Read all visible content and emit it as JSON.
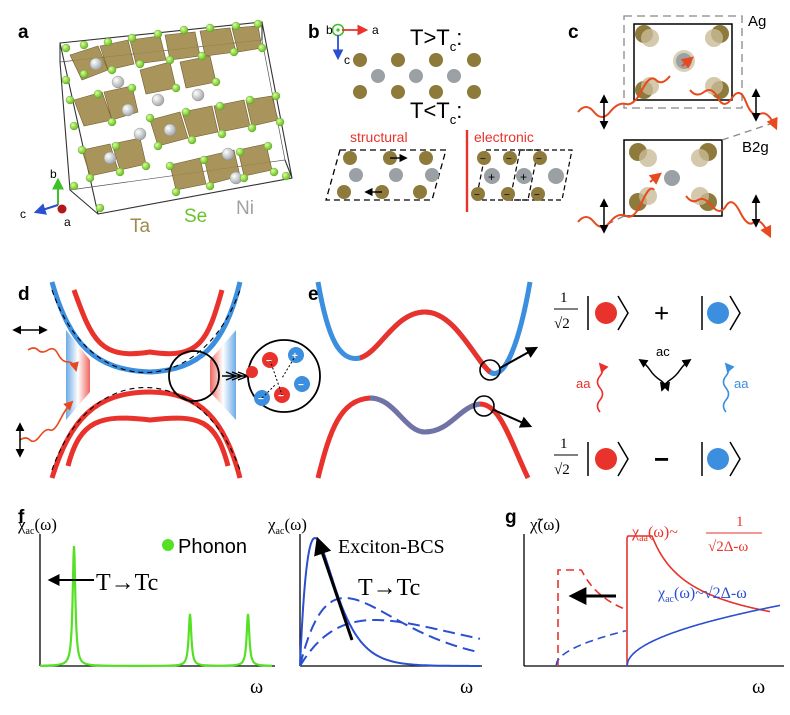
{
  "panel_labels": {
    "a": "a",
    "b": "b",
    "c": "c",
    "d": "d",
    "e": "e",
    "f": "f",
    "g": "g"
  },
  "panel_a": {
    "elements": {
      "ta": "Ta",
      "se": "Se",
      "ni": "Ni"
    },
    "axes": {
      "a": "a",
      "b": "b",
      "c": "c"
    },
    "colors": {
      "ta": "#a08a4a",
      "se": "#7ccf2e",
      "ni": "#b9bcbf"
    }
  },
  "panel_b": {
    "axes": {
      "b": "b",
      "a": "a",
      "c": "c"
    },
    "high_t": {
      "base": "T>T",
      "sub": "c",
      "tail": ":"
    },
    "low_t": {
      "base": "T<T",
      "sub": "c",
      "tail": ":"
    },
    "structural": "structural",
    "electronic": "electronic",
    "colors": {
      "ta": "#8e7a3a",
      "ni": "#9aa0a4",
      "accent": "#e8322b"
    }
  },
  "panel_c": {
    "ag": "Ag",
    "b2g": "B2g",
    "colors": {
      "wave": "#e84a1e"
    }
  },
  "panel_e": {
    "prefactor_num": "1",
    "prefactor_den": "√2",
    "plus": "+",
    "minus": "−",
    "aa_left": "aa",
    "aa_right": "aa",
    "ac": "ac",
    "colors": {
      "red": "#e8322b",
      "blue": "#3b8fde"
    }
  },
  "panel_f": {
    "left": {
      "ylabel_sym": "χ",
      "ylabel_sub": "ac",
      "ylabel_arg": "(ω)",
      "legend": "Phonon",
      "annotation": "T→Tc",
      "xlabel": "ω"
    },
    "right": {
      "ylabel_sym": "χ",
      "ylabel_sub": "ac",
      "ylabel_arg": "(ω)",
      "legend": "Exciton-BCS",
      "annotation": "T→Tc",
      "xlabel": "ω"
    },
    "colors": {
      "phonon": "#55e024",
      "exciton": "#2a4fd0"
    }
  },
  "panel_g": {
    "ylabel": "χ̃(ω)",
    "aa_label_sym": "χ",
    "aa_label_sub": "aa",
    "aa_label_tail": "(ω)~",
    "aa_num": "1",
    "aa_den": "√2Δ-ω",
    "ac_label_sym": "χ",
    "ac_label_sub": "ac",
    "ac_label_tail": "(ω)~√2Δ-ω",
    "xlabel": "ω",
    "colors": {
      "aa": "#e8322b",
      "ac": "#2a4fd0"
    }
  }
}
